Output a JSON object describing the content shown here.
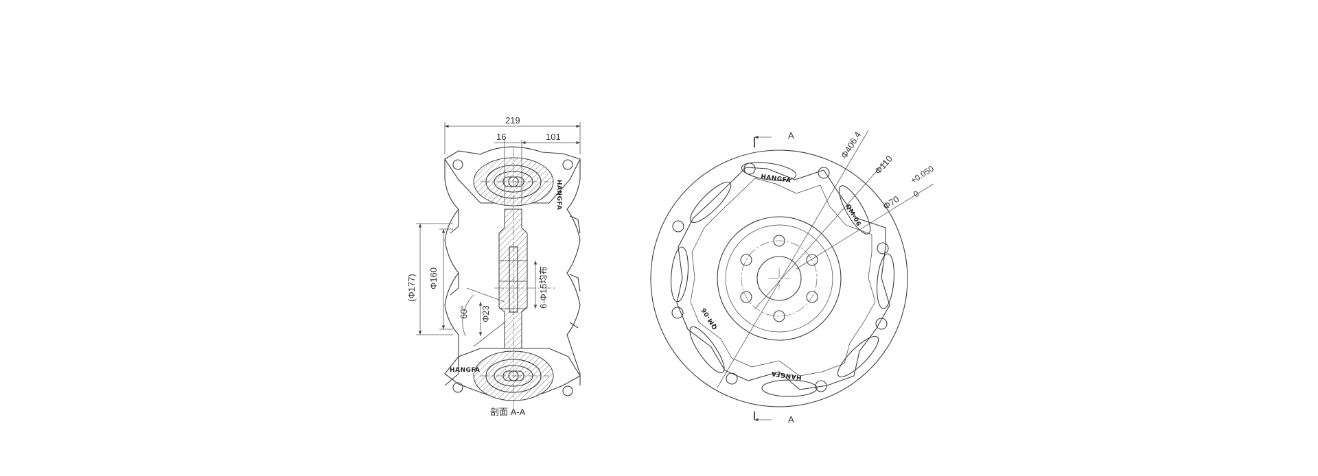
{
  "section_view": {
    "dim_overall_width": "219",
    "dim_hub_offset": "16",
    "dim_half_width": "101",
    "dim_dia_177": "(Φ177)",
    "dim_dia_160": "Φ160",
    "dim_dia_23": "Φ23",
    "dim_angle": "60°",
    "dim_holes": "6-Φ15均布",
    "caption": "剖面 A-A"
  },
  "front_view": {
    "section_mark_top": "A",
    "section_mark_bottom": "A",
    "dim_dia_406": "Φ406.4",
    "dim_dia_110": "Φ110",
    "dim_tolerance_upper": "+0.050",
    "dim_tolerance_lower": "0",
    "dim_dia_70": "Φ70",
    "brand_labels": [
      "HANGFA",
      "HANGFA",
      "QM-06",
      "QM-06"
    ]
  }
}
